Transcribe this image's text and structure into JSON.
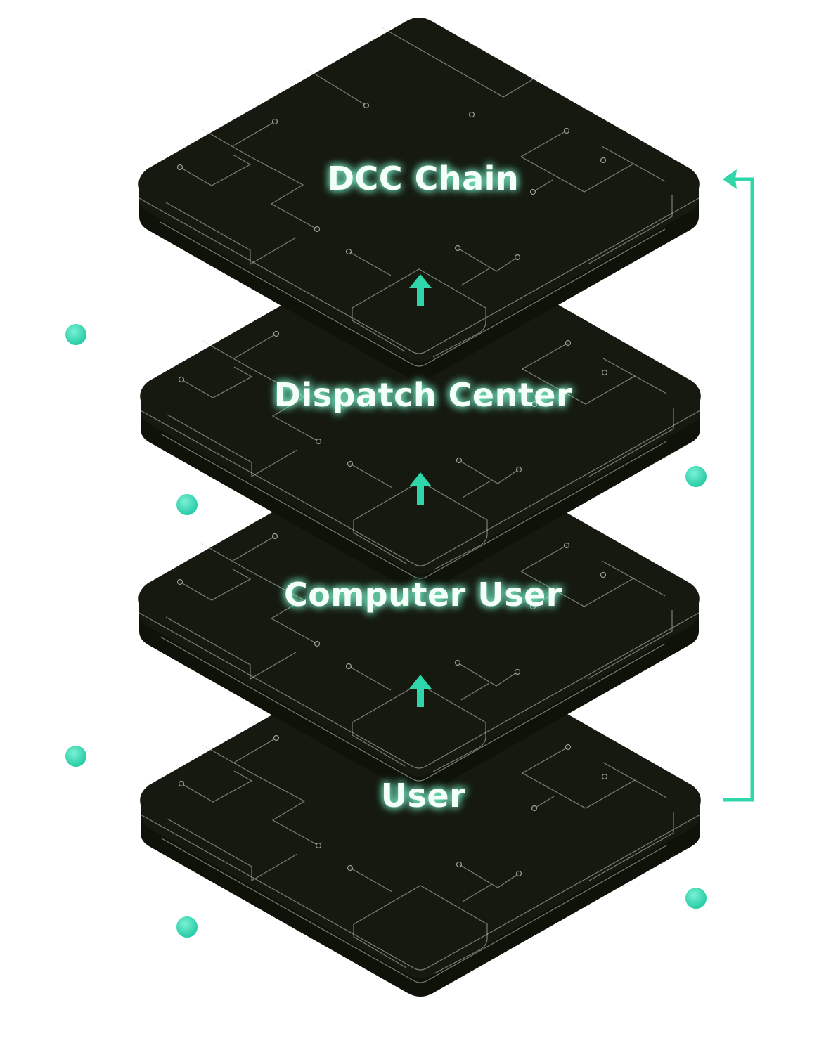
{
  "diagram": {
    "layers": [
      {
        "label": "DCC Chain"
      },
      {
        "label": "Dispatch Center"
      },
      {
        "label": "Computer User"
      },
      {
        "label": "User"
      }
    ]
  },
  "colors": {
    "layer_fill": "#15190f",
    "layer_side": "#101309",
    "accent": "#2fd6aa",
    "circuit_line": "#d2d6cc",
    "label_text": "#f3fff8",
    "label_glow": "#7dffd2"
  }
}
